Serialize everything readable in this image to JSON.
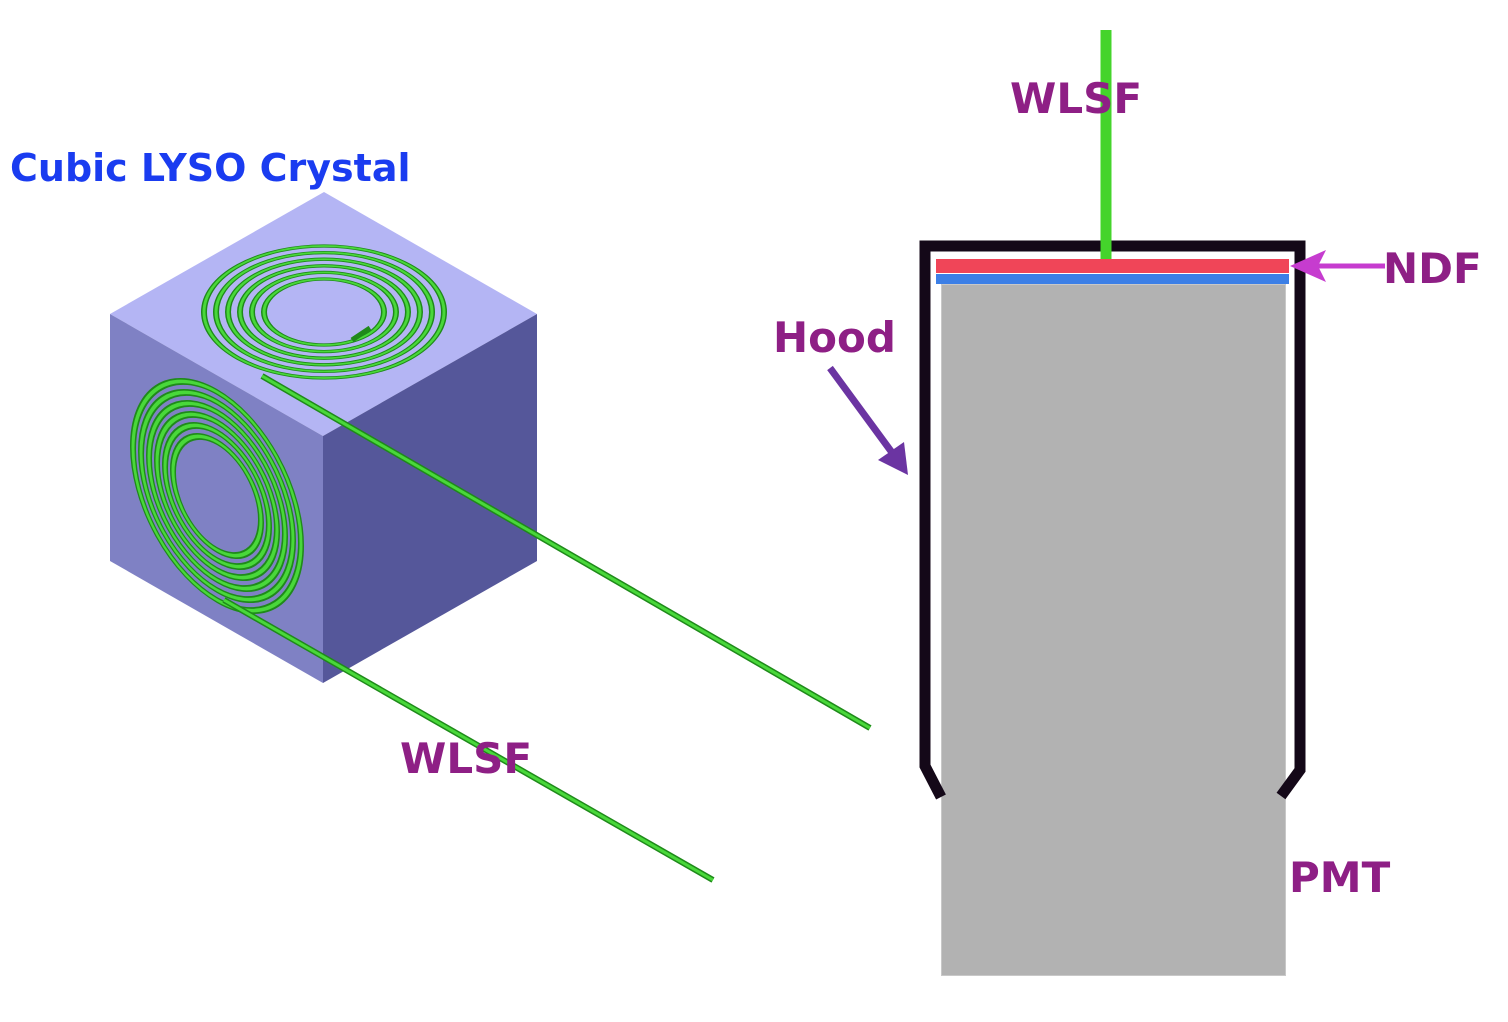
{
  "labels": {
    "crystal": "Cubic LYSO Crystal",
    "wlsf_bottom": "WLSF",
    "wlsf_top": "WLSF",
    "ndf": "NDF",
    "hood": "Hood",
    "pmt": "PMT"
  },
  "colors": {
    "crystal_label": "#1a3cf0",
    "label_purple": "#8e1f85",
    "ndf_arrow": "#c63ccf",
    "hood_arrow": "#6b34a2",
    "fiber_green": "#44d42b",
    "fiber_dark": "#1f8a1a",
    "cube_top": "#b4b5f4",
    "cube_left": "#7f81c4",
    "cube_right": "#55579a",
    "hood": "#140818",
    "ndf_red": "#f04558",
    "ndf_blue": "#3c7fe6",
    "pmt_fill": "#e1e1e1",
    "pmt_dot": "#b2b2b2"
  }
}
